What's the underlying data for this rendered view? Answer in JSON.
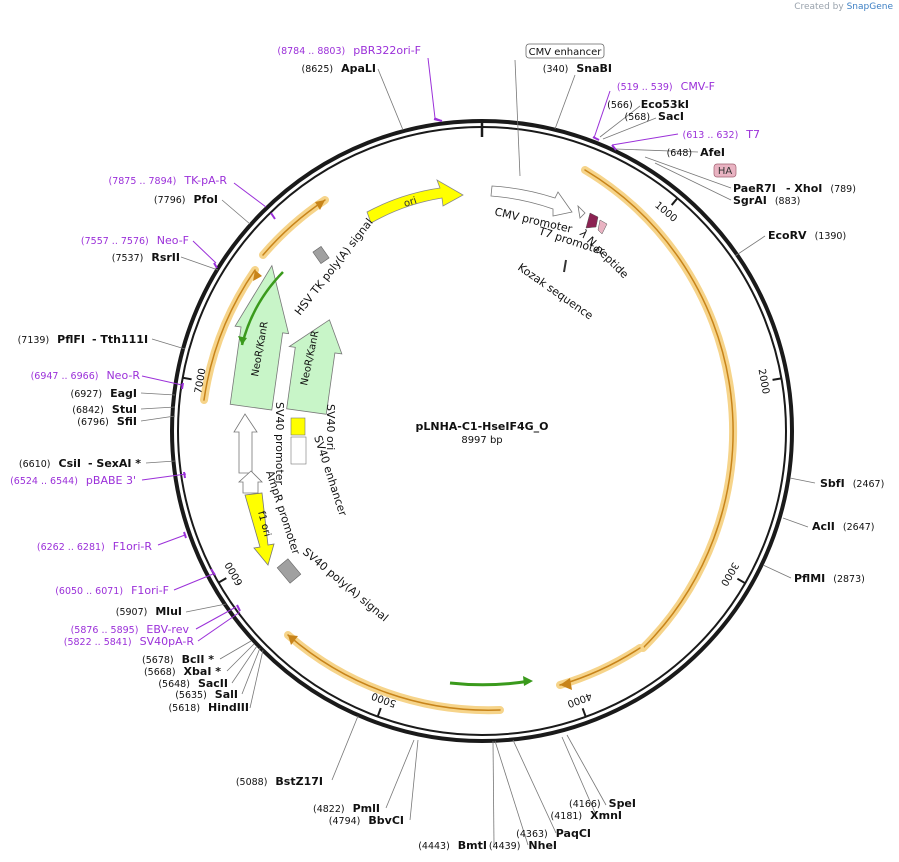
{
  "credit": {
    "prefix": "Created by",
    "brand": "SnapGene"
  },
  "plasmid": {
    "name": "pLNHA-C1-HseIF4G_O",
    "length_label": "8997 bp",
    "length": 8997
  },
  "ticks": [
    "1000",
    "2000",
    "3000",
    "4000",
    "5000",
    "6000",
    "7000"
  ],
  "enzymes": [
    {
      "name": "ApaLI",
      "pos": "(8625)"
    },
    {
      "name": "SnaBI",
      "pos": "(340)"
    },
    {
      "name": "Eco53kI",
      "pos": "(566)"
    },
    {
      "name": "SacI",
      "pos": "(568)"
    },
    {
      "name": "AfeI",
      "pos": "(648)"
    },
    {
      "name": "PaeR7I",
      "pos": ""
    },
    {
      "name": "- XhoI",
      "pos": "(789)"
    },
    {
      "name": "SgrAI",
      "pos": "(883)"
    },
    {
      "name": "EcoRV",
      "pos": "(1390)"
    },
    {
      "name": "SbfI",
      "pos": "(2467)"
    },
    {
      "name": "AclI",
      "pos": "(2647)"
    },
    {
      "name": "PflMI",
      "pos": "(2873)"
    },
    {
      "name": "SpeI",
      "pos": "(4166)"
    },
    {
      "name": "XmnI",
      "pos": "(4181)"
    },
    {
      "name": "PaqCI",
      "pos": "(4363)"
    },
    {
      "name": "NheI",
      "pos": "(4439)"
    },
    {
      "name": "BmtI",
      "pos": "(4443)"
    },
    {
      "name": "PmlI",
      "pos": "(4822)"
    },
    {
      "name": "BbvCI",
      "pos": "(4794)"
    },
    {
      "name": "BstZ17I",
      "pos": "(5088)"
    },
    {
      "name": "HindIII",
      "pos": "(5618)"
    },
    {
      "name": "SalI",
      "pos": "(5635)"
    },
    {
      "name": "SacII",
      "pos": "(5648)"
    },
    {
      "name": "XbaI *",
      "pos": "(5668)"
    },
    {
      "name": "BclI *",
      "pos": "(5678)"
    },
    {
      "name": "MluI",
      "pos": "(5907)"
    },
    {
      "name": "CsiI",
      "pos": "(6610)"
    },
    {
      "name": "- SexAI *",
      "pos": ""
    },
    {
      "name": "SfiI",
      "pos": "(6796)"
    },
    {
      "name": "StuI",
      "pos": "(6842)"
    },
    {
      "name": "EagI",
      "pos": "(6927)"
    },
    {
      "name": "PflFI",
      "pos": "(7139)"
    },
    {
      "name": "- Tth111I",
      "pos": ""
    },
    {
      "name": "RsrII",
      "pos": "(7537)"
    },
    {
      "name": "PfoI",
      "pos": "(7796)"
    }
  ],
  "primers": [
    {
      "name": "pBR322ori-F",
      "range": "(8784 .. 8803)"
    },
    {
      "name": "CMV-F",
      "range": "(519 .. 539)"
    },
    {
      "name": "T7",
      "range": "(613 .. 632)"
    },
    {
      "name": "TK-pA-R",
      "range": "(7875 .. 7894)"
    },
    {
      "name": "Neo-F",
      "range": "(7557 .. 7576)"
    },
    {
      "name": "Neo-R",
      "range": "(6947 .. 6966)"
    },
    {
      "name": "pBABE 3'",
      "range": "(6524 .. 6544)"
    },
    {
      "name": "F1ori-R",
      "range": "(6262 .. 6281)"
    },
    {
      "name": "F1ori-F",
      "range": "(6050 .. 6071)"
    },
    {
      "name": "EBV-rev",
      "range": "(5876 .. 5895)"
    },
    {
      "name": "SV40pA-R",
      "range": "(5822 .. 5841)"
    }
  ],
  "boxed_labels": {
    "cmv_enhancer": "CMV enhancer",
    "ha": "HA"
  },
  "features": {
    "ori": "ori",
    "neo_outer": "NeoR/KanR",
    "neo_inner": "NeoR/KanR",
    "f1ori": "f1 ori",
    "cmv_promoter": "CMV promoter",
    "t7_promoter": "T7 promoter",
    "lambda_n": "λ N peptide",
    "kozak": "Kozak sequence",
    "hsv_tk": "HSV TK poly(A) signal",
    "sv40_ori": "SV40 ori",
    "sv40_enh": "SV40 enhancer",
    "sv40_prom": "SV40 promoter",
    "ampr_prom": "AmpR promoter",
    "sv40_polya": "SV40 poly(A) signal"
  },
  "colors": {
    "backbone": "#1a1a1a",
    "enzyme": "#111111",
    "primer": "#9b30d9",
    "orf_highlight": "#f6d48a",
    "orf_arrow": "#c8841a",
    "neo_fill": "#c8f5c8",
    "yellow_feature": "#ffff00",
    "ha_fill": "#e9b3c2",
    "lambda_fill": "#8b2252",
    "small_green": "#3a9a1c",
    "grey_feature": "#a0a0a0"
  }
}
